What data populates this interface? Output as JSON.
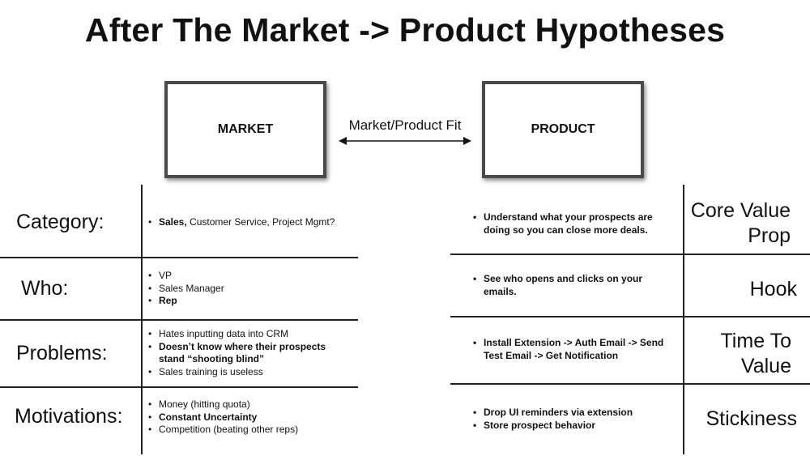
{
  "title": "After The Market -> Product Hypotheses",
  "diagram": {
    "market_box": "MARKET",
    "product_box": "PRODUCT",
    "fit_label": "Market/Product Fit"
  },
  "market_rows": [
    {
      "label": "Category:",
      "bullets": [
        {
          "bold": "Sales,",
          "text": " Customer Service, Project Mgmt?"
        }
      ]
    },
    {
      "label": "Who:",
      "bullets": [
        {
          "bold": "",
          "text": "VP"
        },
        {
          "bold": "",
          "text": "Sales Manager"
        },
        {
          "bold": "Rep",
          "text": ""
        }
      ]
    },
    {
      "label": "Problems:",
      "bullets": [
        {
          "bold": "",
          "text": "Hates inputting data into CRM"
        },
        {
          "bold": "Doesn’t know where their prospects stand “shooting blind”",
          "text": ""
        },
        {
          "bold": "",
          "text": "Sales training is useless"
        }
      ]
    },
    {
      "label": "Motivations:",
      "bullets": [
        {
          "bold": "",
          "text": "Money (hitting quota)"
        },
        {
          "bold": "Constant Uncertainty",
          "text": ""
        },
        {
          "bold": "",
          "text": "Competition (beating other reps)"
        }
      ]
    }
  ],
  "product_rows": [
    {
      "label": "Core Value Prop",
      "bullets": [
        "Understand what your prospects are doing so you can close more deals."
      ]
    },
    {
      "label": "Hook",
      "bullets": [
        "See who opens and clicks on your emails."
      ]
    },
    {
      "label": "Time To Value",
      "bullets": [
        "Install Extension -> Auth Email -> Send Test Email -> Get Notification"
      ]
    },
    {
      "label": "Stickiness",
      "bullets": [
        "Drop UI reminders via extension",
        "Store prospect behavior"
      ]
    }
  ]
}
